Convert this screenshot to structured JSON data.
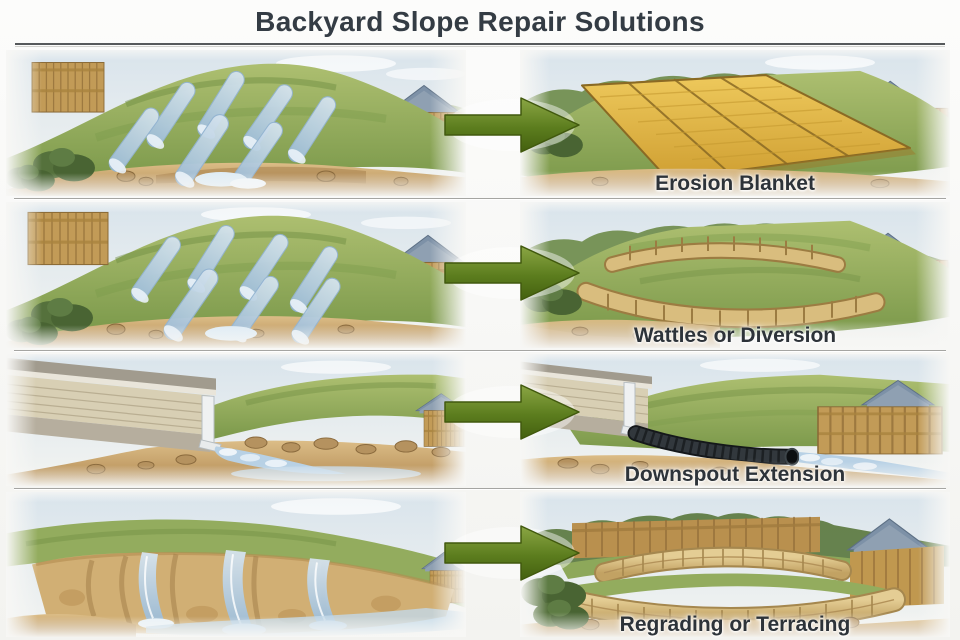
{
  "title": "Backyard Slope Repair Solutions",
  "rows": [
    {
      "label": "Erosion Blanket",
      "before_scene": "eroded-grassy-slope-with-runoff-rills",
      "after_scene": "slope-covered-with-straw-erosion-blanket"
    },
    {
      "label": "Wattles or Diversion",
      "before_scene": "eroded-grassy-slope-with-runoff-rills",
      "after_scene": "green-slope-with-curved-straw-wattle-rows"
    },
    {
      "label": "Downspout Extension",
      "before_scene": "house-downspout-eroding-soil-at-foundation",
      "after_scene": "downspout-with-black-corrugated-extension-pipe"
    },
    {
      "label": "Regrading or Terracing",
      "before_scene": "severely-gullied-slope-with-cascading-water",
      "after_scene": "terraced-slope-with-curved-stone-retaining-walls"
    }
  ],
  "arrow": {
    "direction": "right",
    "meaning": "before-to-after"
  },
  "colors": {
    "background": "#f7f7f5",
    "title_text": "#343c44",
    "label_text": "#2d3339",
    "divider": "#a5a5a2",
    "arrow_green": "#5c7d1e",
    "straw_blanket": "#deb94e",
    "grass": "#8da85a",
    "water": "#b8d1e5",
    "stone_wall": "#d6bb82"
  }
}
